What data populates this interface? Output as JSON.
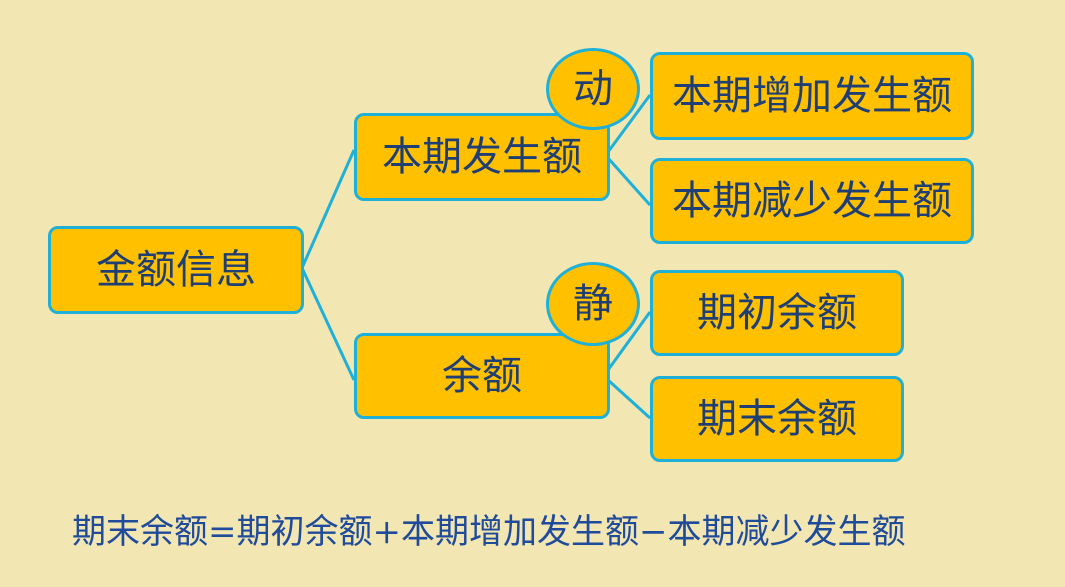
{
  "diagram": {
    "root": "金额信息",
    "branch_1": {
      "label": "本期发生额",
      "tag": "动",
      "children": [
        "本期增加发生额",
        "本期减少发生额"
      ]
    },
    "branch_2": {
      "label": "余额",
      "tag": "静",
      "children": [
        "期初余额",
        "期末余额"
      ]
    }
  },
  "formula": "期末余额=期初余额+本期增加发生额−本期减少发生额",
  "colors": {
    "background": "#f2e6b3",
    "node_fill": "#ffc000",
    "border_and_lines": "#1fb0d8",
    "node_text": "#1f3f74",
    "formula_text": "#1f4b9a"
  }
}
